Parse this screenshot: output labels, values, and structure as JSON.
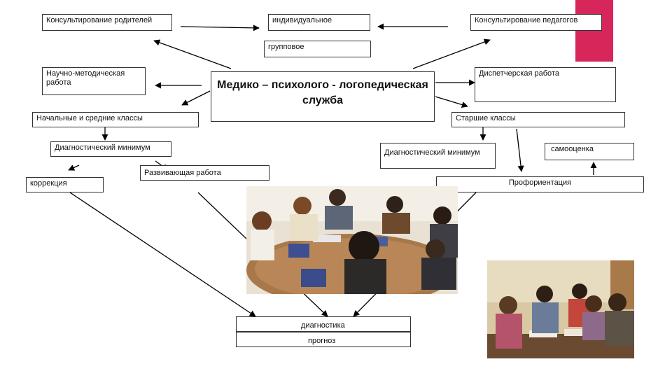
{
  "colors": {
    "accent": "#d6265a",
    "line": "#000000"
  },
  "nodes": {
    "consult_parents": "Консультирование родителей",
    "individual": "индивидуальное",
    "consult_teachers": "Консультирование педагогов",
    "group": "групповое",
    "methodical": "Научно-методическая работа",
    "center": "Медико – психолого - логопедическая служба",
    "dispatcher": "Диспетчерская работа",
    "primary_classes": "Начальные и средние классы",
    "senior_classes": "Старшие классы",
    "diag_min_left": "Диагностический минимум",
    "diag_min_right": "Диагностический минимум",
    "self_esteem": "самооценка",
    "developing": "Развивающая работа",
    "correction": "коррекция",
    "career": "Профориентация",
    "diagnostics": "диагностика",
    "prognosis": "прогноз"
  }
}
